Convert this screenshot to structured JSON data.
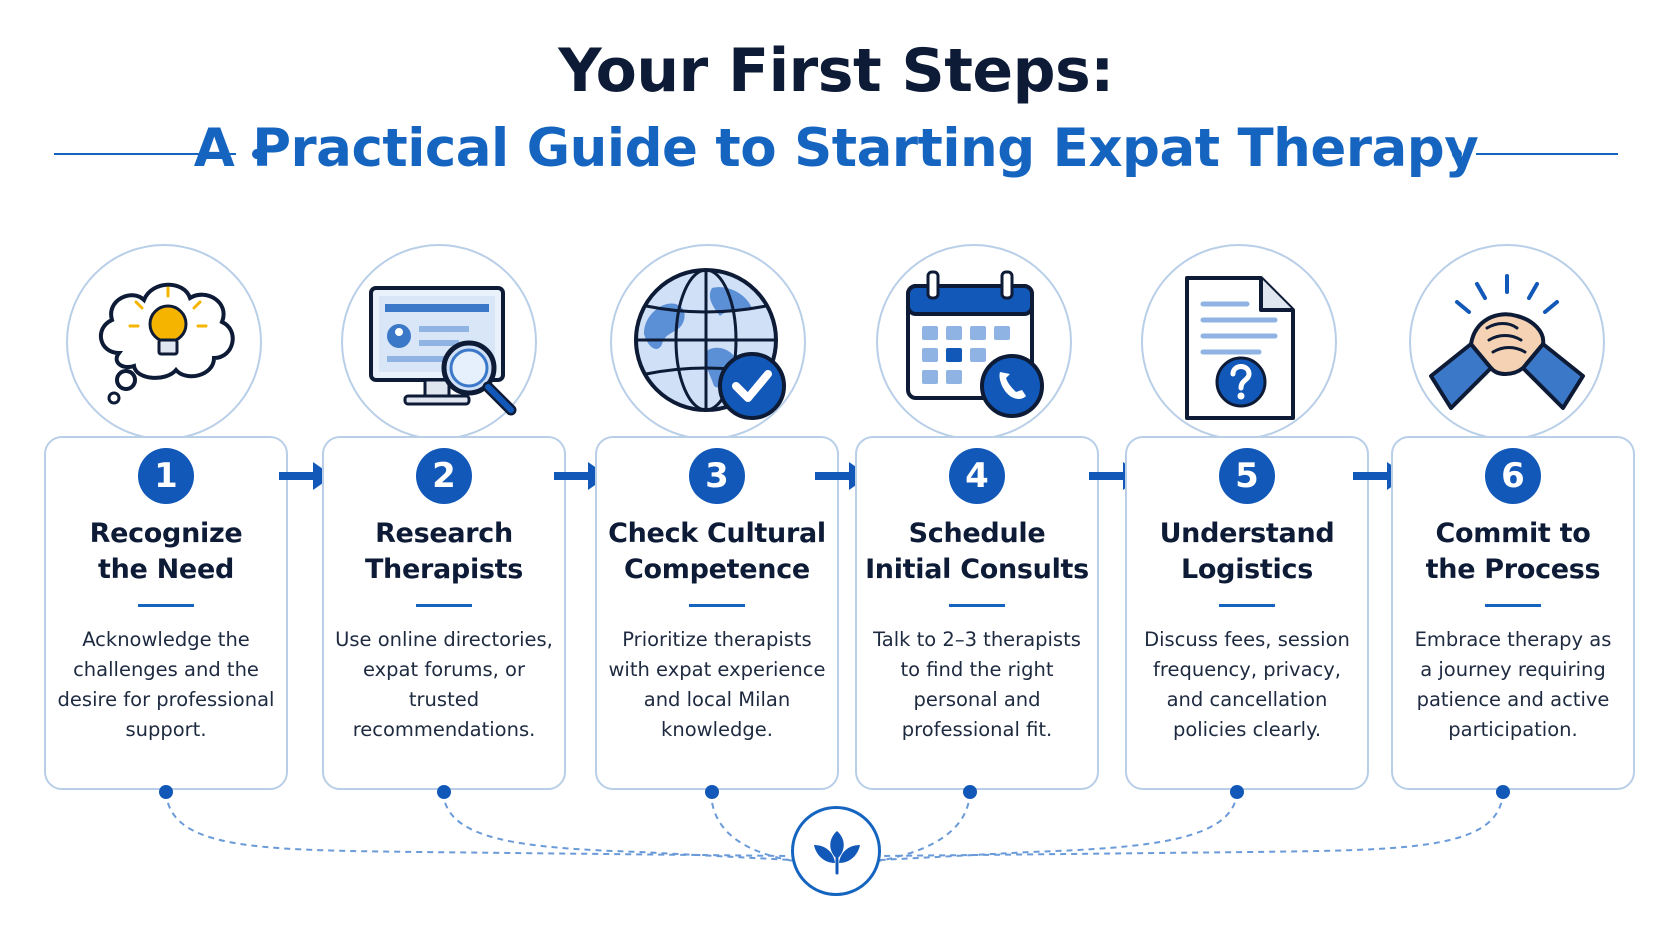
{
  "header": {
    "title": "Your First Steps:",
    "subtitle": "A Practical Guide to Starting Expat Therapy"
  },
  "colors": {
    "primary": "#1258b8",
    "accent": "#1565c0",
    "border": "#b9cfe8",
    "dark": "#0d1b36",
    "bulb": "#f4b400"
  },
  "steps": [
    {
      "number": "1",
      "icon": "lightbulb-thought-icon",
      "title": [
        "Recognize",
        "the Need"
      ],
      "desc": [
        "Acknowledge the",
        "challenges and the",
        "desire for professional",
        "support."
      ]
    },
    {
      "number": "2",
      "icon": "monitor-search-icon",
      "title": [
        "Research",
        "Therapists"
      ],
      "desc": [
        "Use online directories,",
        "expat forums, or",
        "trusted",
        "recommendations."
      ]
    },
    {
      "number": "3",
      "icon": "globe-check-icon",
      "title": [
        "Check Cultural",
        "Competence"
      ],
      "desc": [
        "Prioritize therapists",
        "with expat experience",
        "and local Milan",
        "knowledge."
      ]
    },
    {
      "number": "4",
      "icon": "calendar-phone-icon",
      "title": [
        "Schedule",
        "Initial Consults"
      ],
      "desc": [
        "Talk to 2–3 therapists",
        "to find the right",
        "personal and",
        "professional fit."
      ]
    },
    {
      "number": "5",
      "icon": "document-question-icon",
      "title": [
        "Understand",
        "Logistics"
      ],
      "desc": [
        "Discuss fees, session",
        "frequency, privacy,",
        "and cancellation",
        "policies clearly."
      ]
    },
    {
      "number": "6",
      "icon": "handshake-icon",
      "title": [
        "Commit to",
        "the Process"
      ],
      "desc": [
        "Embrace therapy as",
        "a journey requiring",
        "patience and active",
        "participation."
      ]
    }
  ],
  "footer": {
    "icon": "sprout-leaf-icon"
  }
}
